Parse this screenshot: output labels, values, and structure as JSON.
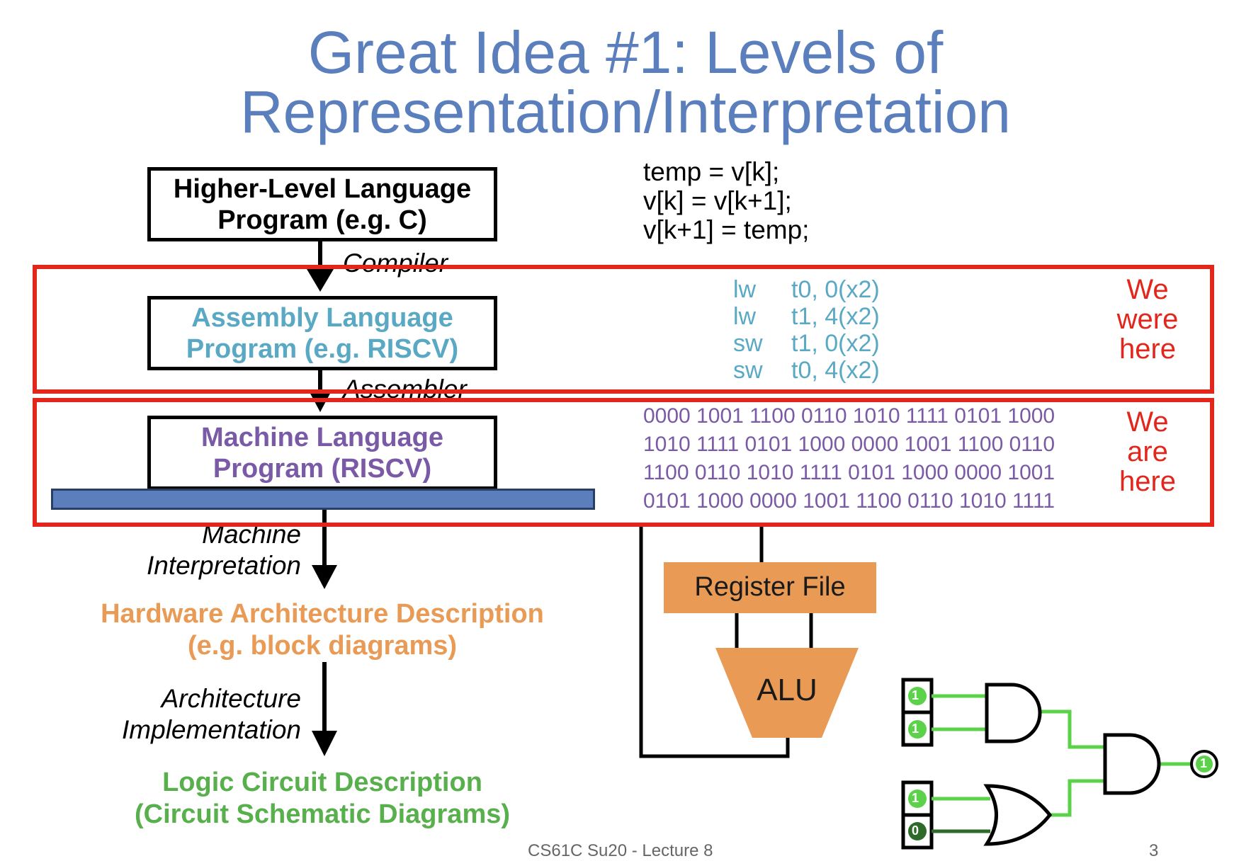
{
  "title": {
    "line1": "Great Idea #1: Levels of",
    "line2": "Representation/Interpretation"
  },
  "levels": {
    "hll": {
      "line1": "Higher-Level Language",
      "line2": "Program (e.g.  C)"
    },
    "asm": {
      "line1": "Assembly Language",
      "line2": "Program (e.g.  RISCV)"
    },
    "ml": {
      "line1": "Machine Language",
      "line2": "Program (RISCV)"
    },
    "hw": {
      "line1": "Hardware Architecture Description",
      "line2": "(e.g.  block diagrams)"
    },
    "logic": {
      "line1": "Logic Circuit Description",
      "line2": "(Circuit Schematic Diagrams)"
    }
  },
  "transitions": {
    "compiler": "Compiler",
    "assembler": "Assembler",
    "machine_interp": {
      "line1": "Machine",
      "line2": "Interpretation"
    },
    "arch_impl": {
      "line1": "Architecture",
      "line2": "Implementation"
    }
  },
  "c_code": [
    "temp = v[k];",
    "v[k] = v[k+1];",
    "v[k+1] = temp;"
  ],
  "asm_code": [
    {
      "op": "lw",
      "args": "t0, 0(x2)"
    },
    {
      "op": "lw",
      "args": "t1, 4(x2)"
    },
    {
      "op": "sw",
      "args": "t1, 0(x2)"
    },
    {
      "op": "sw",
      "args": "t0, 4(x2)"
    }
  ],
  "machine_code": [
    "0000 1001 1100 0110 1010 1111 0101 1000",
    "1010 1111 0101 1000 0000 1001 1100 0110",
    "1100 0110 1010 1111 0101 1000 0000 1001",
    "0101 1000 0000 1001 1100 0110 1010 1111"
  ],
  "markers": {
    "were_here": [
      "We",
      "were",
      "here"
    ],
    "are_here": [
      "We",
      "are",
      "here"
    ]
  },
  "block_diagram": {
    "register_file": "Register File",
    "alu": "ALU"
  },
  "circuit": {
    "inputs": [
      "1",
      "1",
      "1",
      "0"
    ],
    "output": "1"
  },
  "footer": {
    "course": "CS61C Su20 - Lecture 8",
    "page": "3"
  },
  "colors": {
    "title": "#5b7fbd",
    "assembly": "#5aa9c4",
    "machine": "#7a5aa6",
    "hardware": "#e99a55",
    "logic": "#57b04b",
    "highlight": "#e2261c"
  }
}
